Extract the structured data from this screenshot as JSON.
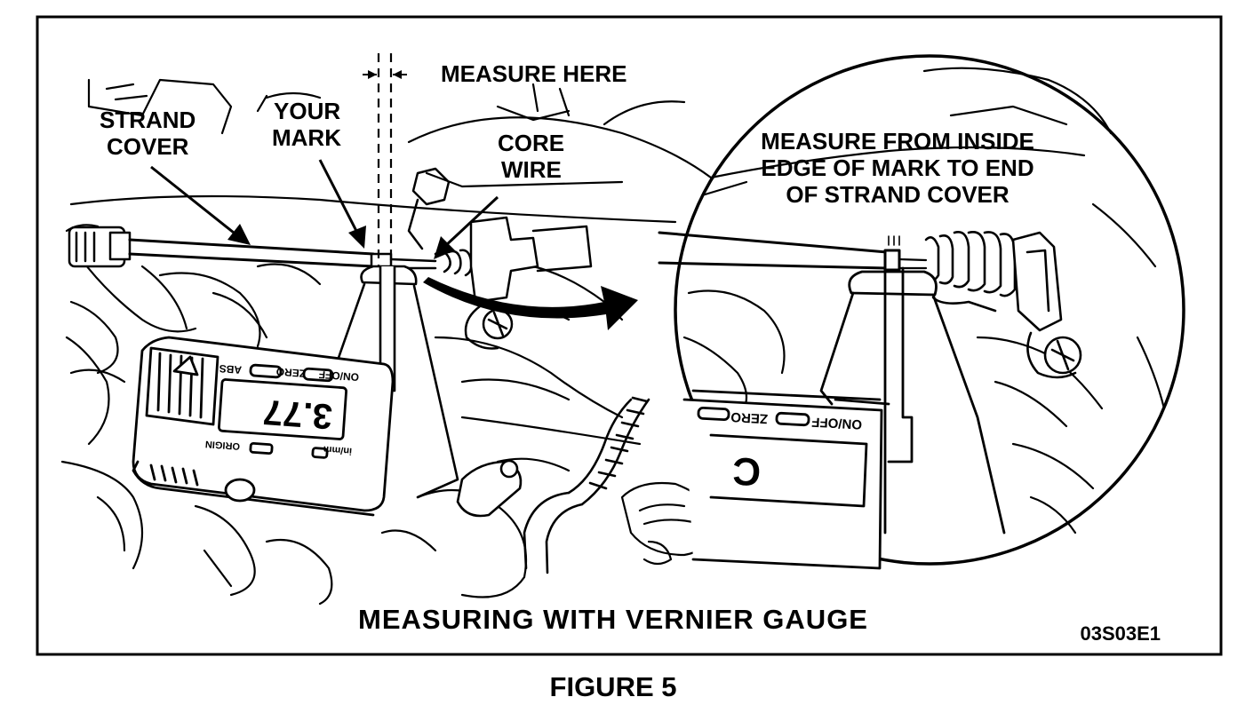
{
  "labels": {
    "strand_cover": [
      "STRAND",
      "COVER"
    ],
    "your_mark": [
      "YOUR",
      "MARK"
    ],
    "measure_here": "MEASURE HERE",
    "core_wire": [
      "CORE",
      "WIRE"
    ],
    "inset_note": [
      "MEASURE FROM INSIDE",
      "EDGE OF MARK TO END",
      "OF STRAND COVER"
    ]
  },
  "gauge": {
    "display_value": "3.77",
    "abs_label": "ABS",
    "zero_label": "ZERO",
    "on_off_label": "ON/OFF",
    "origin_label": "ORIGIN",
    "units_label": "in/mm"
  },
  "inset_gauge": {
    "zero_label": "ZERO",
    "on_off_label": "ON/OFF",
    "display_fragment": "C"
  },
  "caption": "MEASURING WITH VERNIER GAUGE",
  "code": "03S03E1",
  "figure_title": "FIGURE 5",
  "colors": {
    "ink": "#000000",
    "paper": "#ffffff"
  }
}
